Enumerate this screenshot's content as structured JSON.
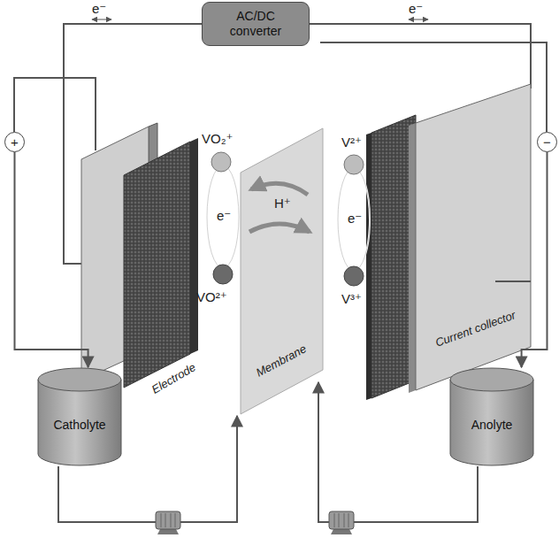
{
  "diagram": {
    "nodes": [
      {
        "text": [
          "AC/DC converter"
        ]
      },
      {
        "text": [
          "+"
        ]
      },
      {
        "text": [
          "−"
        ]
      },
      {
        "text": [
          "Catholyte"
        ]
      },
      {
        "text": [
          "Anolyte"
        ]
      }
    ],
    "edges": [
      {
        "from": 1,
        "to": 3,
        "arrow": "to"
      },
      {
        "from": 2,
        "to": 4,
        "arrow": "to"
      }
    ],
    "labels": [
      "e⁻",
      "e⁻",
      "VO₂⁺",
      "e⁻",
      "H⁺",
      "e⁻",
      "V²⁺",
      "Electrode",
      "VO²⁺",
      "Membrane",
      "V³⁺",
      "Current collector"
    ]
  }
}
